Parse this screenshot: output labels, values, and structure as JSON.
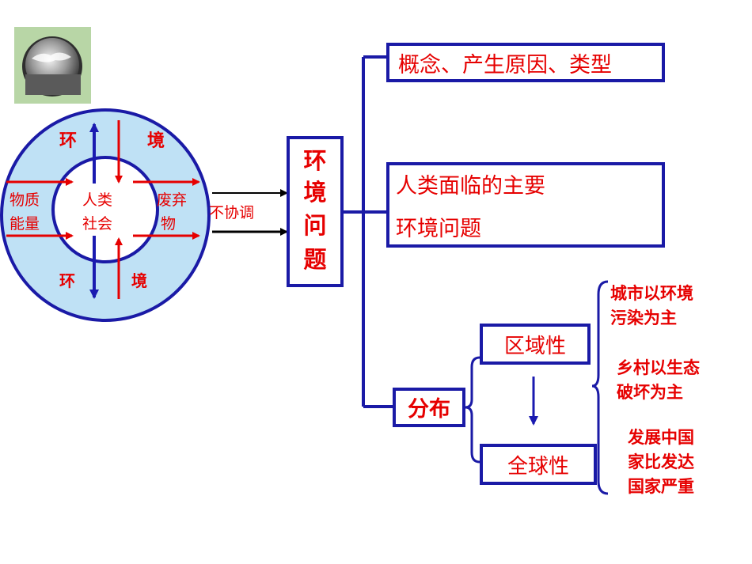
{
  "circle": {
    "env_top_left": "环",
    "env_top_right": "境",
    "env_bottom_left": "环",
    "env_bottom_right": "境",
    "input_line1": "物质",
    "input_line2": "能量",
    "center_line1": "人类",
    "center_line2": "社会",
    "waste_line1": "废弃",
    "waste_line2": "物"
  },
  "link_label": "不协调",
  "main_node": [
    "环",
    "境",
    "问",
    "题"
  ],
  "branches": {
    "concept": "概念、产生原因、类型",
    "main_problems_line1": "人类面临的主要",
    "main_problems_line2": "环境问题",
    "distribution": "分布"
  },
  "distribution": {
    "regional": "区域性",
    "global": "全球性"
  },
  "notes": {
    "urban_line1": "城市以环境",
    "urban_line2": "污染为主",
    "rural_line1": "乡村以生态",
    "rural_line2": "破坏为主",
    "dev_line1": "发展中国",
    "dev_line2": "家比发达",
    "dev_line3": "国家严重"
  },
  "colors": {
    "outer_circle_fill": "#bfe1f5",
    "border_blue": "#1a1aa6",
    "arrow_red": "#e60000",
    "arrow_blue": "#1a1ab0",
    "text_red": "#e60000"
  },
  "icons": {
    "earth_image": "earth-rising-photo"
  }
}
